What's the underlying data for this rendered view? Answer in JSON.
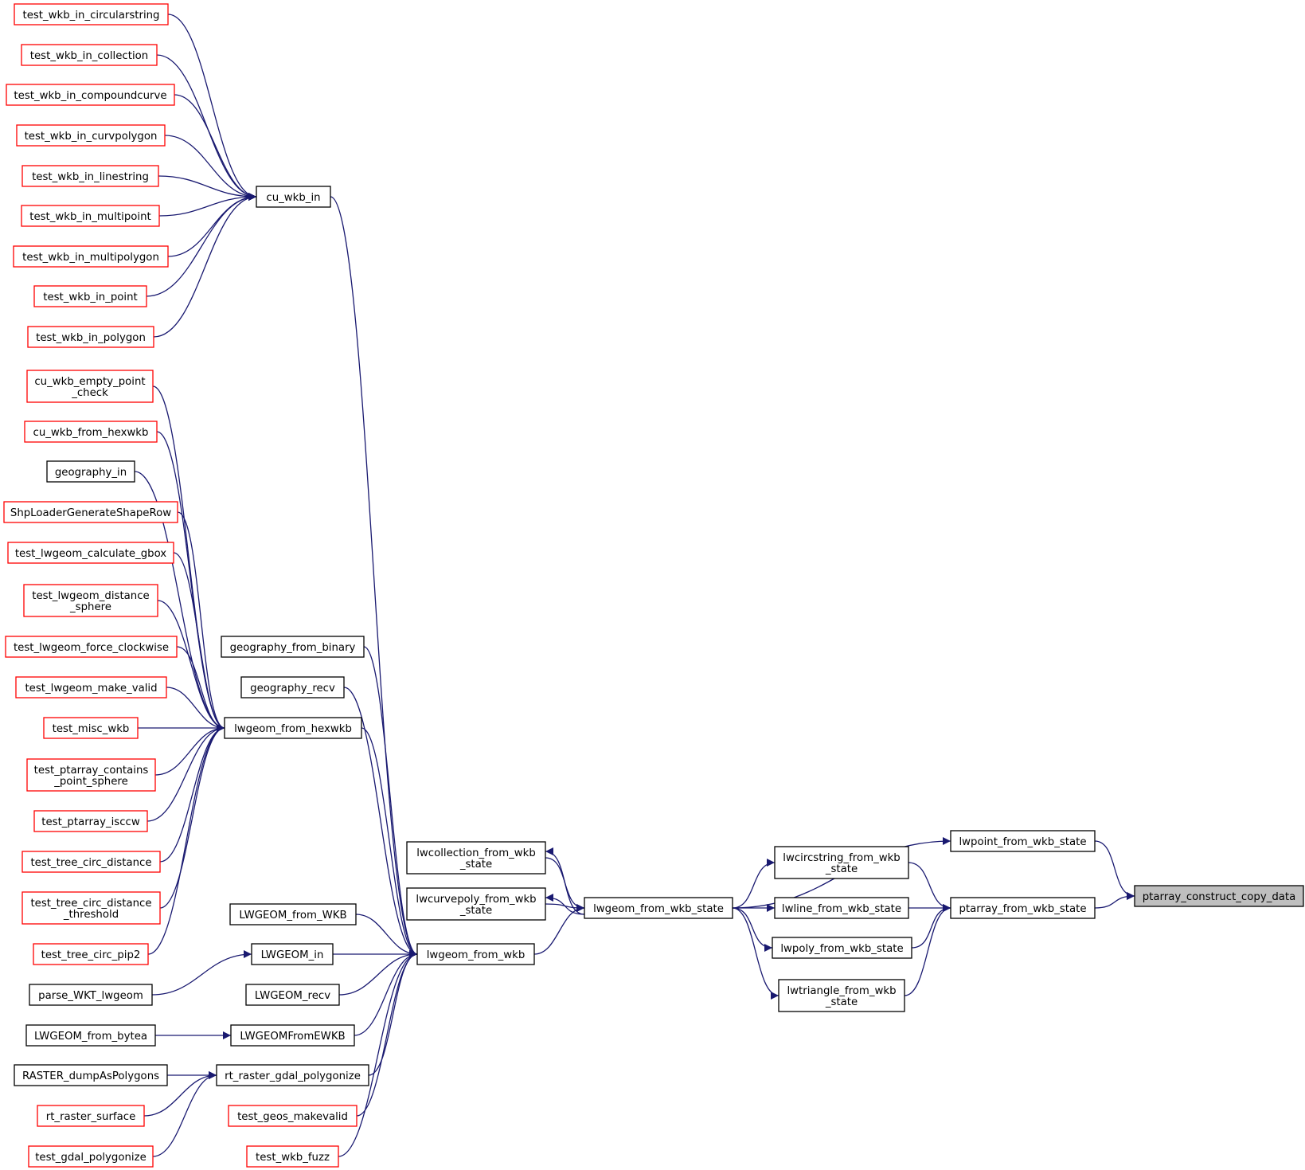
{
  "title": "",
  "colors": {
    "edge": "#191970",
    "border_default": "#000000",
    "border_truncated": "#ff0000",
    "root_fill": "#bfbfbf",
    "node_fill": "#ffffff"
  },
  "nodes": {
    "ptarray_construct_copy_data": {
      "lines": [
        "ptarray_construct_copy_data"
      ],
      "kind": "root"
    },
    "lwpoint_from_wkb_state": {
      "lines": [
        "lwpoint_from_wkb_state"
      ],
      "kind": "normal"
    },
    "ptarray_from_wkb_state": {
      "lines": [
        "ptarray_from_wkb_state"
      ],
      "kind": "normal"
    },
    "lwcircstring_from_wkb_state": {
      "lines": [
        "lwcircstring_from_wkb",
        "_state"
      ],
      "kind": "normal"
    },
    "lwline_from_wkb_state": {
      "lines": [
        "lwline_from_wkb_state"
      ],
      "kind": "normal"
    },
    "lwpoly_from_wkb_state": {
      "lines": [
        "lwpoly_from_wkb_state"
      ],
      "kind": "normal"
    },
    "lwtriangle_from_wkb_state": {
      "lines": [
        "lwtriangle_from_wkb",
        "_state"
      ],
      "kind": "normal"
    },
    "lwgeom_from_wkb_state": {
      "lines": [
        "lwgeom_from_wkb_state"
      ],
      "kind": "normal"
    },
    "lwcollection_from_wkb_state": {
      "lines": [
        "lwcollection_from_wkb",
        "_state"
      ],
      "kind": "normal"
    },
    "lwcurvepoly_from_wkb_state": {
      "lines": [
        "lwcurvepoly_from_wkb",
        "_state"
      ],
      "kind": "normal"
    },
    "lwgeom_from_wkb": {
      "lines": [
        "lwgeom_from_wkb"
      ],
      "kind": "normal"
    },
    "cu_wkb_in": {
      "lines": [
        "cu_wkb_in"
      ],
      "kind": "normal"
    },
    "lwgeom_from_hexwkb": {
      "lines": [
        "lwgeom_from_hexwkb"
      ],
      "kind": "normal"
    },
    "geography_from_binary": {
      "lines": [
        "geography_from_binary"
      ],
      "kind": "normal"
    },
    "geography_recv": {
      "lines": [
        "geography_recv"
      ],
      "kind": "normal"
    },
    "LWGEOM_from_WKB": {
      "lines": [
        "LWGEOM_from_WKB"
      ],
      "kind": "normal"
    },
    "LWGEOM_in": {
      "lines": [
        "LWGEOM_in"
      ],
      "kind": "normal"
    },
    "LWGEOM_recv": {
      "lines": [
        "LWGEOM_recv"
      ],
      "kind": "normal"
    },
    "LWGEOMFromEWKB": {
      "lines": [
        "LWGEOMFromEWKB"
      ],
      "kind": "normal"
    },
    "rt_raster_gdal_polygonize": {
      "lines": [
        "rt_raster_gdal_polygonize"
      ],
      "kind": "normal"
    },
    "test_geos_makevalid": {
      "lines": [
        "test_geos_makevalid"
      ],
      "kind": "truncated"
    },
    "test_wkb_fuzz": {
      "lines": [
        "test_wkb_fuzz"
      ],
      "kind": "truncated"
    },
    "test_wkb_in_circularstring": {
      "lines": [
        "test_wkb_in_circularstring"
      ],
      "kind": "truncated"
    },
    "test_wkb_in_collection": {
      "lines": [
        "test_wkb_in_collection"
      ],
      "kind": "truncated"
    },
    "test_wkb_in_compoundcurve": {
      "lines": [
        "test_wkb_in_compoundcurve"
      ],
      "kind": "truncated"
    },
    "test_wkb_in_curvpolygon": {
      "lines": [
        "test_wkb_in_curvpolygon"
      ],
      "kind": "truncated"
    },
    "test_wkb_in_linestring": {
      "lines": [
        "test_wkb_in_linestring"
      ],
      "kind": "truncated"
    },
    "test_wkb_in_multipoint": {
      "lines": [
        "test_wkb_in_multipoint"
      ],
      "kind": "truncated"
    },
    "test_wkb_in_multipolygon": {
      "lines": [
        "test_wkb_in_multipolygon"
      ],
      "kind": "truncated"
    },
    "test_wkb_in_point": {
      "lines": [
        "test_wkb_in_point"
      ],
      "kind": "truncated"
    },
    "test_wkb_in_polygon": {
      "lines": [
        "test_wkb_in_polygon"
      ],
      "kind": "truncated"
    },
    "cu_wkb_empty_point_check": {
      "lines": [
        "cu_wkb_empty_point",
        "_check"
      ],
      "kind": "truncated"
    },
    "cu_wkb_from_hexwkb": {
      "lines": [
        "cu_wkb_from_hexwkb"
      ],
      "kind": "truncated"
    },
    "geography_in": {
      "lines": [
        "geography_in"
      ],
      "kind": "normal"
    },
    "ShpLoaderGenerateShapeRow": {
      "lines": [
        "ShpLoaderGenerateShapeRow"
      ],
      "kind": "truncated"
    },
    "test_lwgeom_calculate_gbox": {
      "lines": [
        "test_lwgeom_calculate_gbox"
      ],
      "kind": "truncated"
    },
    "test_lwgeom_distance_sphere": {
      "lines": [
        "test_lwgeom_distance",
        "_sphere"
      ],
      "kind": "truncated"
    },
    "test_lwgeom_force_clockwise": {
      "lines": [
        "test_lwgeom_force_clockwise"
      ],
      "kind": "truncated"
    },
    "test_lwgeom_make_valid": {
      "lines": [
        "test_lwgeom_make_valid"
      ],
      "kind": "truncated"
    },
    "test_misc_wkb": {
      "lines": [
        "test_misc_wkb"
      ],
      "kind": "truncated"
    },
    "test_ptarray_contains_point_sphere": {
      "lines": [
        "test_ptarray_contains",
        "_point_sphere"
      ],
      "kind": "truncated"
    },
    "test_ptarray_isccw": {
      "lines": [
        "test_ptarray_isccw"
      ],
      "kind": "truncated"
    },
    "test_tree_circ_distance": {
      "lines": [
        "test_tree_circ_distance"
      ],
      "kind": "truncated"
    },
    "test_tree_circ_distance_threshold": {
      "lines": [
        "test_tree_circ_distance",
        "_threshold"
      ],
      "kind": "truncated"
    },
    "test_tree_circ_pip2": {
      "lines": [
        "test_tree_circ_pip2"
      ],
      "kind": "truncated"
    },
    "parse_WKT_lwgeom": {
      "lines": [
        "parse_WKT_lwgeom"
      ],
      "kind": "normal"
    },
    "LWGEOM_from_bytea": {
      "lines": [
        "LWGEOM_from_bytea"
      ],
      "kind": "normal"
    },
    "RASTER_dumpAsPolygons": {
      "lines": [
        "RASTER_dumpAsPolygons"
      ],
      "kind": "normal"
    },
    "rt_raster_surface": {
      "lines": [
        "rt_raster_surface"
      ],
      "kind": "truncated"
    },
    "test_gdal_polygonize": {
      "lines": [
        "test_gdal_polygonize"
      ],
      "kind": "truncated"
    }
  },
  "edges": [
    [
      "lwpoint_from_wkb_state",
      "ptarray_construct_copy_data"
    ],
    [
      "ptarray_from_wkb_state",
      "ptarray_construct_copy_data"
    ],
    [
      "lwgeom_from_wkb_state",
      "lwpoint_from_wkb_state"
    ],
    [
      "lwcircstring_from_wkb_state",
      "ptarray_from_wkb_state"
    ],
    [
      "lwline_from_wkb_state",
      "ptarray_from_wkb_state"
    ],
    [
      "lwpoly_from_wkb_state",
      "ptarray_from_wkb_state"
    ],
    [
      "lwtriangle_from_wkb_state",
      "ptarray_from_wkb_state"
    ],
    [
      "lwgeom_from_wkb_state",
      "lwcircstring_from_wkb_state"
    ],
    [
      "lwgeom_from_wkb_state",
      "lwline_from_wkb_state"
    ],
    [
      "lwgeom_from_wkb_state",
      "lwpoly_from_wkb_state"
    ],
    [
      "lwgeom_from_wkb_state",
      "lwtriangle_from_wkb_state"
    ],
    [
      "lwgeom_from_wkb_state",
      "lwcollection_from_wkb_state"
    ],
    [
      "lwgeom_from_wkb_state",
      "lwcurvepoly_from_wkb_state"
    ],
    [
      "lwcollection_from_wkb_state",
      "lwgeom_from_wkb_state"
    ],
    [
      "lwcurvepoly_from_wkb_state",
      "lwgeom_from_wkb_state"
    ],
    [
      "lwgeom_from_wkb",
      "lwgeom_from_wkb_state"
    ],
    [
      "cu_wkb_in",
      "lwgeom_from_wkb"
    ],
    [
      "lwgeom_from_hexwkb",
      "lwgeom_from_wkb"
    ],
    [
      "geography_from_binary",
      "lwgeom_from_wkb"
    ],
    [
      "geography_recv",
      "lwgeom_from_wkb"
    ],
    [
      "LWGEOM_from_WKB",
      "lwgeom_from_wkb"
    ],
    [
      "LWGEOM_in",
      "lwgeom_from_wkb"
    ],
    [
      "LWGEOM_recv",
      "lwgeom_from_wkb"
    ],
    [
      "LWGEOMFromEWKB",
      "lwgeom_from_wkb"
    ],
    [
      "rt_raster_gdal_polygonize",
      "lwgeom_from_wkb"
    ],
    [
      "test_geos_makevalid",
      "lwgeom_from_wkb"
    ],
    [
      "test_wkb_fuzz",
      "lwgeom_from_wkb"
    ],
    [
      "test_wkb_in_circularstring",
      "cu_wkb_in"
    ],
    [
      "test_wkb_in_collection",
      "cu_wkb_in"
    ],
    [
      "test_wkb_in_compoundcurve",
      "cu_wkb_in"
    ],
    [
      "test_wkb_in_curvpolygon",
      "cu_wkb_in"
    ],
    [
      "test_wkb_in_linestring",
      "cu_wkb_in"
    ],
    [
      "test_wkb_in_multipoint",
      "cu_wkb_in"
    ],
    [
      "test_wkb_in_multipolygon",
      "cu_wkb_in"
    ],
    [
      "test_wkb_in_point",
      "cu_wkb_in"
    ],
    [
      "test_wkb_in_polygon",
      "cu_wkb_in"
    ],
    [
      "cu_wkb_empty_point_check",
      "lwgeom_from_hexwkb"
    ],
    [
      "cu_wkb_from_hexwkb",
      "lwgeom_from_hexwkb"
    ],
    [
      "geography_in",
      "lwgeom_from_hexwkb"
    ],
    [
      "ShpLoaderGenerateShapeRow",
      "lwgeom_from_hexwkb"
    ],
    [
      "test_lwgeom_calculate_gbox",
      "lwgeom_from_hexwkb"
    ],
    [
      "test_lwgeom_distance_sphere",
      "lwgeom_from_hexwkb"
    ],
    [
      "test_lwgeom_force_clockwise",
      "lwgeom_from_hexwkb"
    ],
    [
      "test_lwgeom_make_valid",
      "lwgeom_from_hexwkb"
    ],
    [
      "test_misc_wkb",
      "lwgeom_from_hexwkb"
    ],
    [
      "test_ptarray_contains_point_sphere",
      "lwgeom_from_hexwkb"
    ],
    [
      "test_ptarray_isccw",
      "lwgeom_from_hexwkb"
    ],
    [
      "test_tree_circ_distance",
      "lwgeom_from_hexwkb"
    ],
    [
      "test_tree_circ_distance_threshold",
      "lwgeom_from_hexwkb"
    ],
    [
      "test_tree_circ_pip2",
      "lwgeom_from_hexwkb"
    ],
    [
      "parse_WKT_lwgeom",
      "LWGEOM_in"
    ],
    [
      "LWGEOM_from_bytea",
      "LWGEOMFromEWKB"
    ],
    [
      "RASTER_dumpAsPolygons",
      "rt_raster_gdal_polygonize"
    ],
    [
      "rt_raster_surface",
      "rt_raster_gdal_polygonize"
    ],
    [
      "test_gdal_polygonize",
      "rt_raster_gdal_polygonize"
    ]
  ]
}
